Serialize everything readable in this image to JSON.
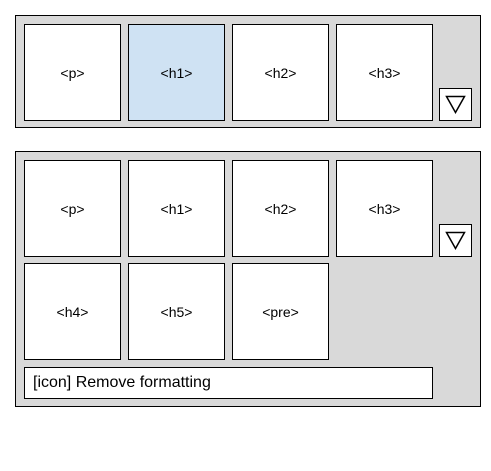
{
  "collapsed_toolbar": {
    "items": [
      {
        "label": "<p>"
      },
      {
        "label": "<h1>"
      },
      {
        "label": "<h2>"
      },
      {
        "label": "<h3>"
      }
    ],
    "selected_index": 1,
    "toggle_icon": "triangle-down-icon"
  },
  "expanded_toolbar": {
    "items": [
      {
        "label": "<p>"
      },
      {
        "label": "<h1>"
      },
      {
        "label": "<h2>"
      },
      {
        "label": "<h3>"
      },
      {
        "label": "<h4>"
      },
      {
        "label": "<h5>"
      },
      {
        "label": "<pre>"
      }
    ],
    "toggle_icon": "triangle-down-icon",
    "remove_formatting_label": "[icon] Remove formatting"
  },
  "colors": {
    "panel_bg": "#d9d9d9",
    "tile_bg": "#ffffff",
    "selected_bg": "#cfe2f3",
    "border": "#000000"
  }
}
